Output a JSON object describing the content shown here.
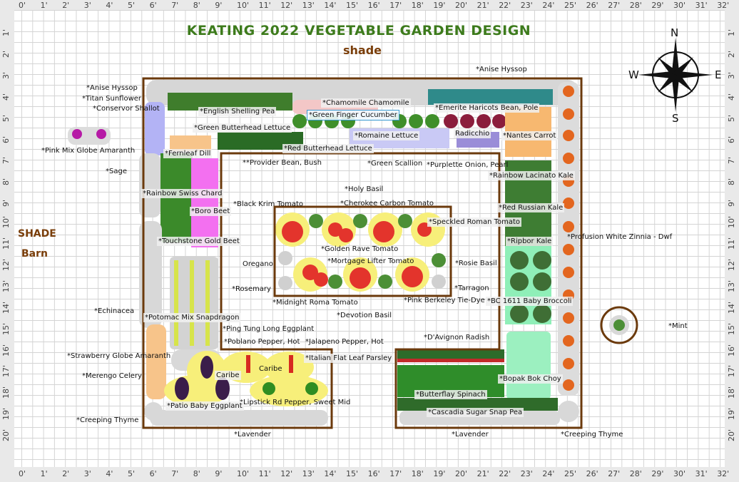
{
  "title": "KEATING 2022 VEGETABLE GARDEN DESIGN",
  "shade_top": "shade",
  "shade_left": "SHADE",
  "barn": "Barn",
  "compass": {
    "n": "N",
    "s": "S",
    "e": "E",
    "w": "W"
  },
  "ruler": {
    "horizontal": [
      "0'",
      "1'",
      "2'",
      "3'",
      "4'",
      "5'",
      "6'",
      "7'",
      "8'",
      "9'",
      "10'",
      "11'",
      "12'",
      "13'",
      "14'",
      "15'",
      "16'",
      "17'",
      "18'",
      "19'",
      "20'",
      "21'",
      "22'",
      "23'",
      "24'",
      "25'",
      "26'",
      "27'",
      "28'",
      "29'",
      "30'",
      "31'",
      "32'"
    ],
    "vertical": [
      "1'",
      "2'",
      "3'",
      "4'",
      "5'",
      "6'",
      "7'",
      "8'",
      "9'",
      "10'",
      "11'",
      "12'",
      "13'",
      "14'",
      "15'",
      "16'",
      "17'",
      "18'",
      "19'",
      "20'"
    ]
  },
  "colors": {
    "title": "#3d7b1c",
    "frame": "#6b3a0c",
    "grid": "#d4d4d4"
  },
  "plants": [
    "*Anise Hyssop",
    "*Titan Sunflower",
    "*Conservor Shallot",
    "*English Shelling Pea",
    "*Green Butterhead Lettuce",
    "*Pink Mix Globe Amaranth",
    "*Fernleaf Dill",
    "*Sage",
    "*Rainbow Swiss Chard",
    "*Boro Beet",
    "*Touchstone Gold Beet",
    "*Chamomile Chamomile",
    "*Green Finger Cucumber",
    "*Emerite Haricots Bean, Pole",
    "*Red Butterhead Lettuce",
    "*Romaine Lettuce",
    "Radicchio",
    "*Nantes Carrot",
    "*Anise Hyssop",
    "**Provider Bean, Bush",
    "*Green Scallion",
    "*Purplette Onion, Pearl",
    "*Rainbow Lacinato Kale",
    "*Holy Basil",
    "*Black Krim Tomato",
    "*Cherokee Carbon Tomato",
    "*Red Russian Kale",
    "*Speckled Roman Tomato",
    "*Ripbor Kale",
    "*Profusion White Zinnia - Dwf",
    "*Golden Rave Tomato",
    "Oregano",
    "*Mortgage Lifter Tomato",
    "*Rosie Basil",
    "*Rosemary",
    "*Tarragon",
    "*Midnight Roma Tomato",
    "*Pink Berkeley Tie-Dye",
    "*BC 1611 Baby Broccoli",
    "*Echinacea",
    "*Potomac Mix Snapdragon",
    "*Devotion Basil",
    "*Mint",
    "*Ping Tung Long Eggplant",
    "*D'Avignon Radish",
    "*Poblano Pepper, Hot",
    "*Jalapeno Pepper, Hot",
    "*Strawberry Globe Amaranth",
    "*Italian Flat Leaf Parsley",
    "Caribe",
    "Caribe",
    "*Merengo Celery",
    "*Bopak Bok Choy",
    "*Butterflay Spinach",
    "*Lipstick Rd Pepper, Sweet Mid",
    "*Patio Baby Eggplant",
    "*Cascadia Sugar Snap Pea",
    "*Creeping Thyme",
    "*Lavender",
    "*Lavender",
    "*Creeping Thyme"
  ]
}
